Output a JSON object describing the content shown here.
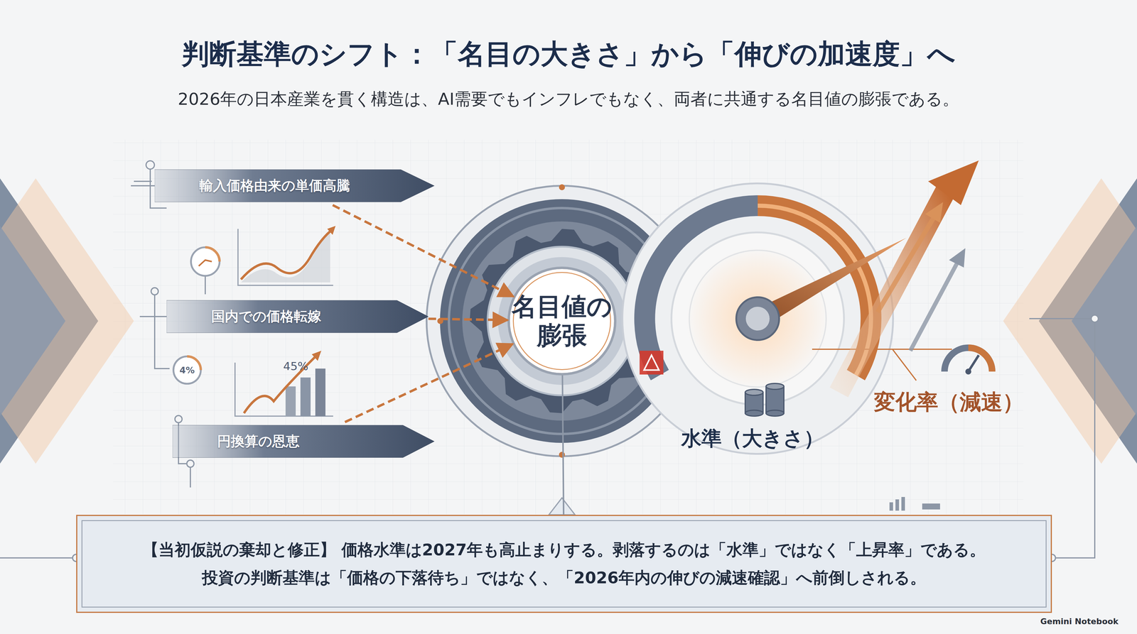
{
  "diagram": {
    "title": "判断基準のシフト：「名目の大きさ」から「伸びの加速度」へ",
    "caption": "2026年の日本産業を貫く構造は、AI需要でもインフレでもなく、両者に共通する名目値の膨張である。",
    "nodes": [
      {
        "text": [
          "輸入価格由来の単価高騰"
        ]
      },
      {
        "text": [
          "国内での価格転嫁"
        ]
      },
      {
        "text": [
          "円換算の恩恵"
        ]
      },
      {
        "text": [
          "名目値の膨張"
        ]
      },
      {
        "text": [
          "水準（大きさ）"
        ]
      },
      {
        "text": [
          "変化率（減速）"
        ]
      },
      {
        "text": [
          "【当初仮説の棄却と修正】 価格水準は2027年も高止まりする。剥落するのは「水準」ではなく「上昇率」である。",
          "投資の判断基準は「価格の下落待ち」ではなく、「2026年内の伸びの減速確認」へ前倒しされる。"
        ]
      }
    ],
    "edges": [
      {
        "from": 0,
        "to": 3,
        "arrow": "to"
      },
      {
        "from": 1,
        "to": 3,
        "arrow": "to"
      },
      {
        "from": 2,
        "to": 3,
        "arrow": "to"
      },
      {
        "from": 3,
        "to": 6,
        "arrow": "none"
      }
    ],
    "labels": [
      "4%",
      "45%",
      "Gemini Notebook"
    ]
  }
}
